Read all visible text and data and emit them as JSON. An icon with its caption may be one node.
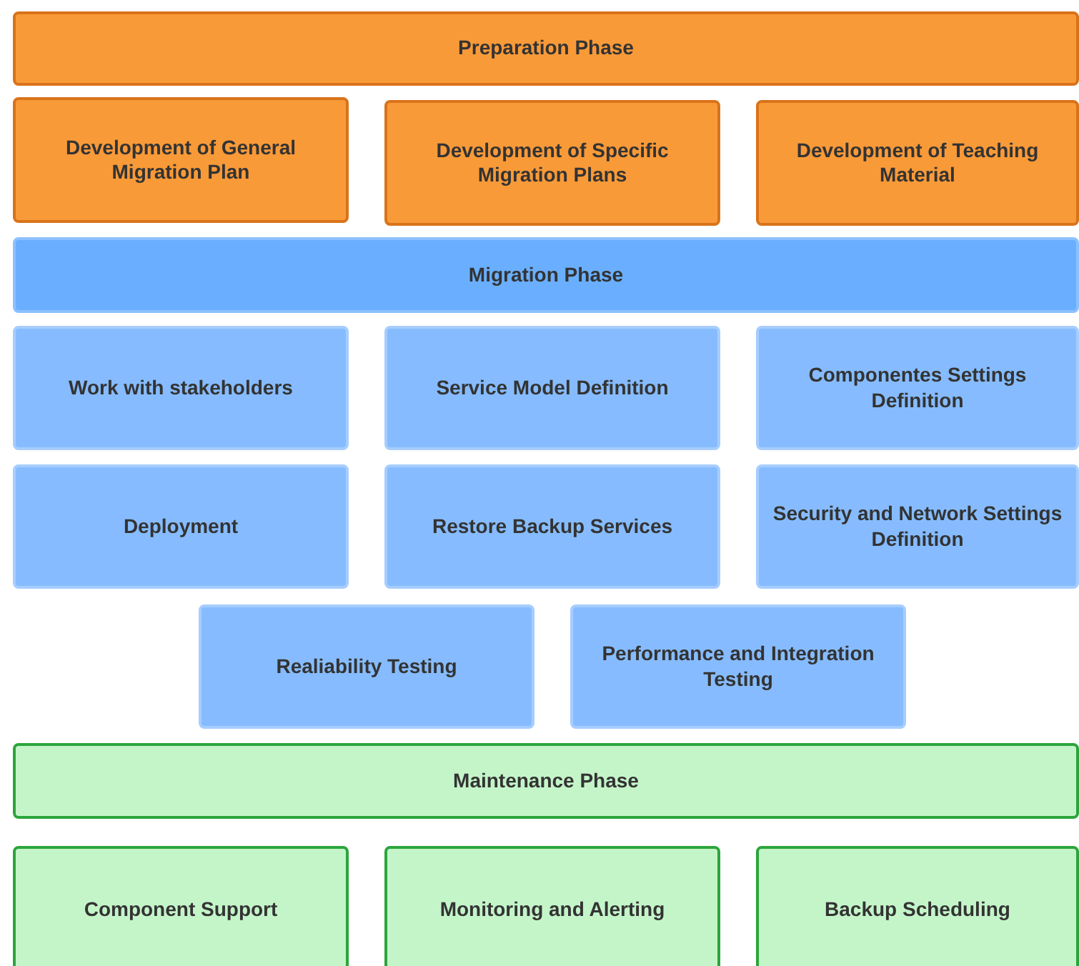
{
  "diagram": {
    "nodes": [
      {
        "text": [
          "Preparation Phase"
        ]
      },
      {
        "text": [
          "Development of General Migration Plan"
        ]
      },
      {
        "text": [
          "Development of Specific Migration Plans"
        ]
      },
      {
        "text": [
          "Development of Teaching Material"
        ]
      },
      {
        "text": [
          "Migration Phase"
        ]
      },
      {
        "text": [
          "Work with stakeholders"
        ]
      },
      {
        "text": [
          "Service Model Definition"
        ]
      },
      {
        "text": [
          "Componentes Settings Definition"
        ]
      },
      {
        "text": [
          "Deployment"
        ]
      },
      {
        "text": [
          "Restore Backup Services"
        ]
      },
      {
        "text": [
          "Security and Network Settings Definition"
        ]
      },
      {
        "text": [
          "Realiability Testing"
        ]
      },
      {
        "text": [
          "Performance and Integration Testing"
        ]
      },
      {
        "text": [
          "Maintenance Phase"
        ]
      },
      {
        "text": [
          "Component Support"
        ]
      },
      {
        "text": [
          "Monitoring and Alerting"
        ]
      },
      {
        "text": [
          "Backup Scheduling"
        ]
      }
    ]
  }
}
